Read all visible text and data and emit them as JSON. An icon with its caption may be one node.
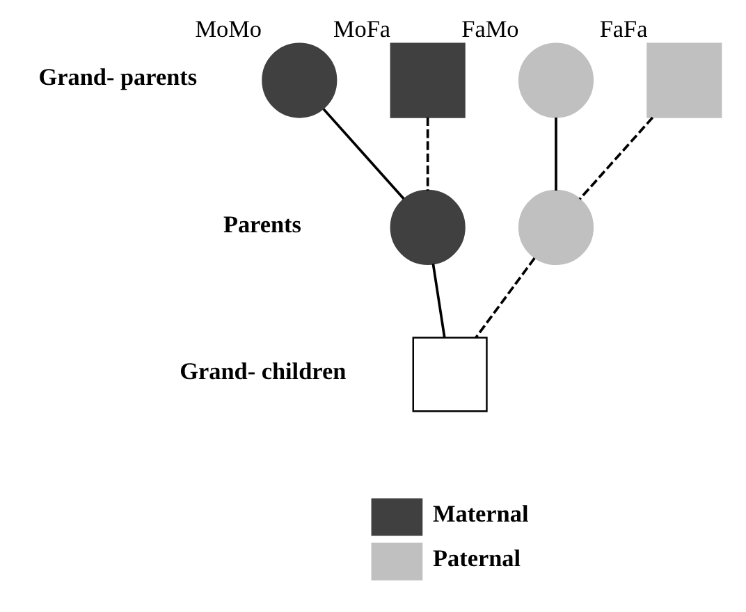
{
  "diagram": {
    "nodes": [
      {
        "text": [
          "MoMo"
        ]
      },
      {
        "text": [
          "MoFa"
        ]
      },
      {
        "text": [
          "FaMo"
        ]
      },
      {
        "text": [
          "FaFa"
        ]
      },
      {
        "text": [],
        "shape": "circle"
      },
      {
        "text": [],
        "shape": "circle"
      },
      {
        "text": [],
        "shape": "box"
      }
    ],
    "edges": [
      {
        "from": 0,
        "to": 4,
        "arrow": "none"
      },
      {
        "from": 1,
        "to": 4,
        "arrow": "none",
        "style": "dashed"
      },
      {
        "from": 2,
        "to": 5,
        "arrow": "none"
      },
      {
        "from": 3,
        "to": 5,
        "arrow": "none",
        "style": "dashed"
      },
      {
        "from": 4,
        "to": 6,
        "arrow": "none"
      },
      {
        "from": 5,
        "to": 6,
        "arrow": "none",
        "style": "dashed"
      }
    ],
    "labels": [
      "Grand- parents",
      "Parents",
      "Grand- children"
    ],
    "legend": [
      {
        "text": "Maternal",
        "color": "#404040"
      },
      {
        "text": "Paternal",
        "color": "#c0c0c0"
      }
    ]
  }
}
